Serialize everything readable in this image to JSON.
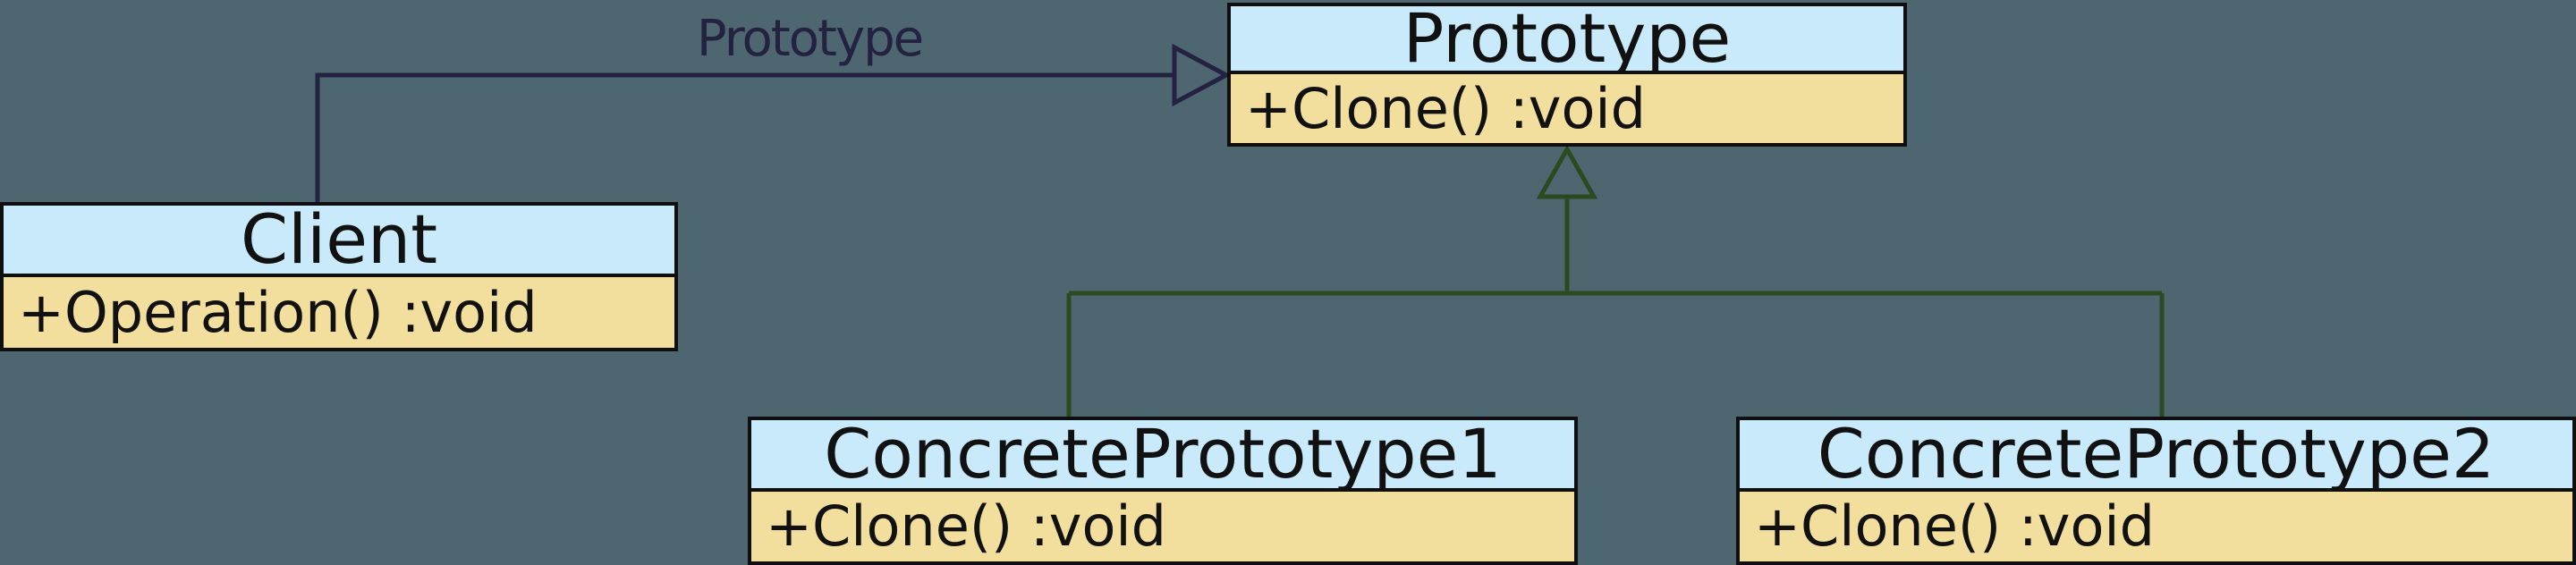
{
  "diagram": {
    "kind": "uml-class-diagram",
    "background_color": "#4d6670",
    "box_colors": {
      "header_fill": "#c8eafb",
      "body_fill": "#f2df9e",
      "border": "#0f0f0f"
    },
    "classes": [
      {
        "name": "Client",
        "members": [
          "+Operation() :void"
        ]
      },
      {
        "name": "Prototype",
        "members": [
          "+Clone() :void"
        ]
      },
      {
        "name": "ConcretePrototype1",
        "members": [
          "+Clone() :void"
        ]
      },
      {
        "name": "ConcretePrototype2",
        "members": [
          "+Clone() :void"
        ]
      }
    ],
    "association": {
      "label": "Prototype",
      "from": "Client",
      "to": "Prototype",
      "color": "#232240"
    },
    "generalizations": [
      {
        "from": "ConcretePrototype1",
        "to": "Prototype"
      },
      {
        "from": "ConcretePrototype2",
        "to": "Prototype"
      }
    ],
    "generalization_color": "#2a4a20"
  }
}
